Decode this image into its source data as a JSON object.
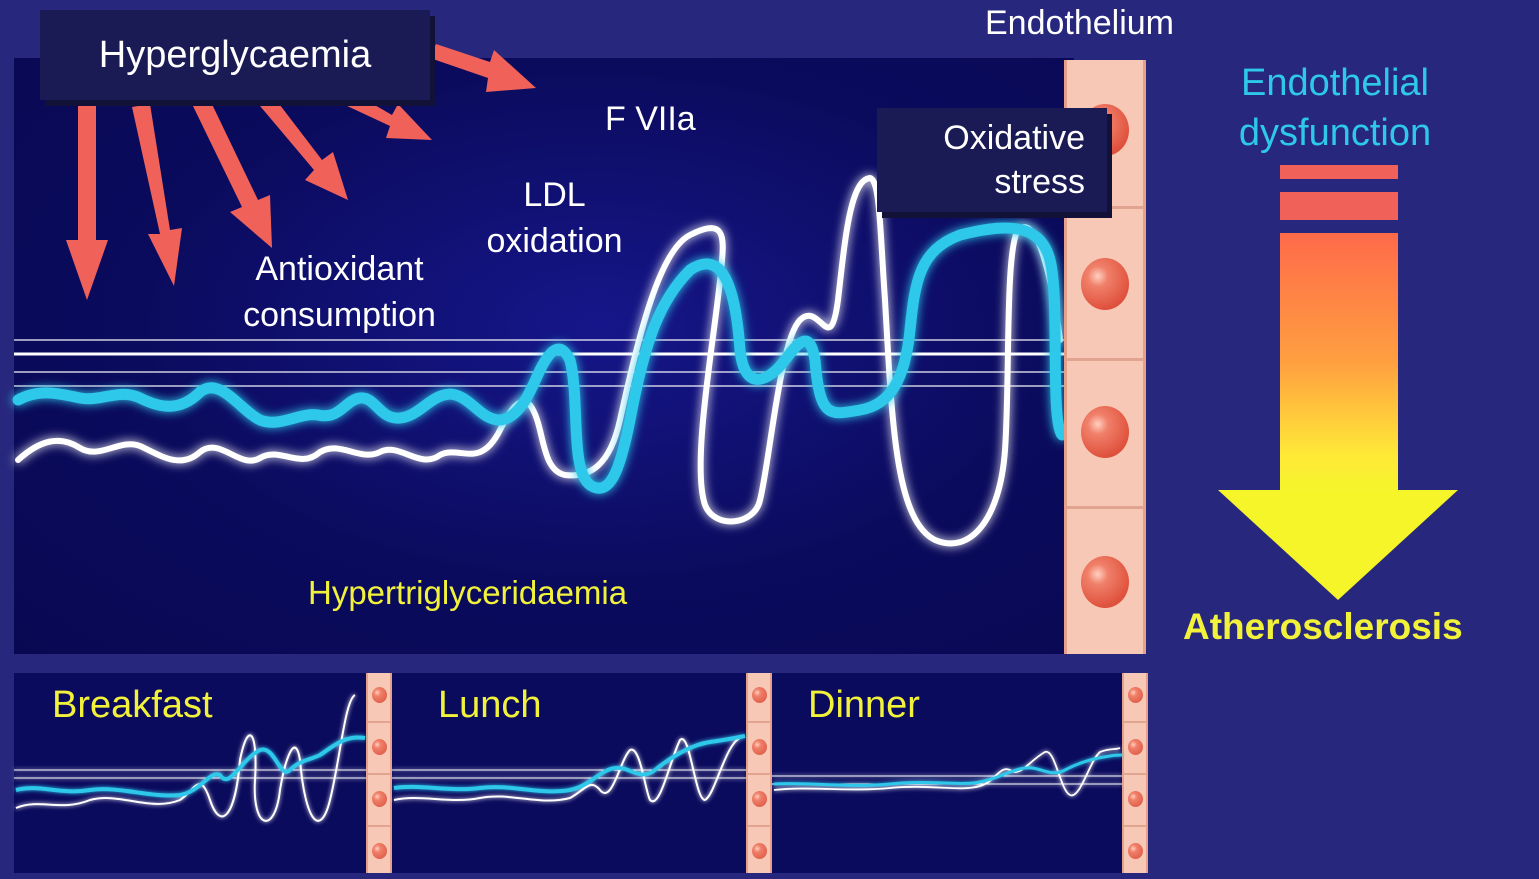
{
  "labels": {
    "hyperglycaemia": "Hyperglycaemia",
    "endothelium": "Endothelium",
    "fviia": "F VIIa",
    "ldl_line1": "LDL",
    "ldl_line2": "oxidation",
    "antiox_line1": "Antioxidant",
    "antiox_line2": "consumption",
    "oxidative_line1": "Oxidative",
    "oxidative_line2": "stress",
    "endo_dys_line1": "Endothelial",
    "endo_dys_line2": "dysfunction",
    "atherosclerosis": "Atherosclerosis",
    "hypertriglyceridaemia": "Hypertriglyceridaemia"
  },
  "meals": [
    "Breakfast",
    "Lunch",
    "Dinner"
  ],
  "colors": {
    "background": "#27277d",
    "panel": "#0b0b5e",
    "arrow_red": "#f0615a",
    "cyan_wave": "#2ec8ea",
    "white_wave": "#ffffff",
    "yellow_text": "#f2f23a",
    "endothelium": "#f7c8b6"
  }
}
